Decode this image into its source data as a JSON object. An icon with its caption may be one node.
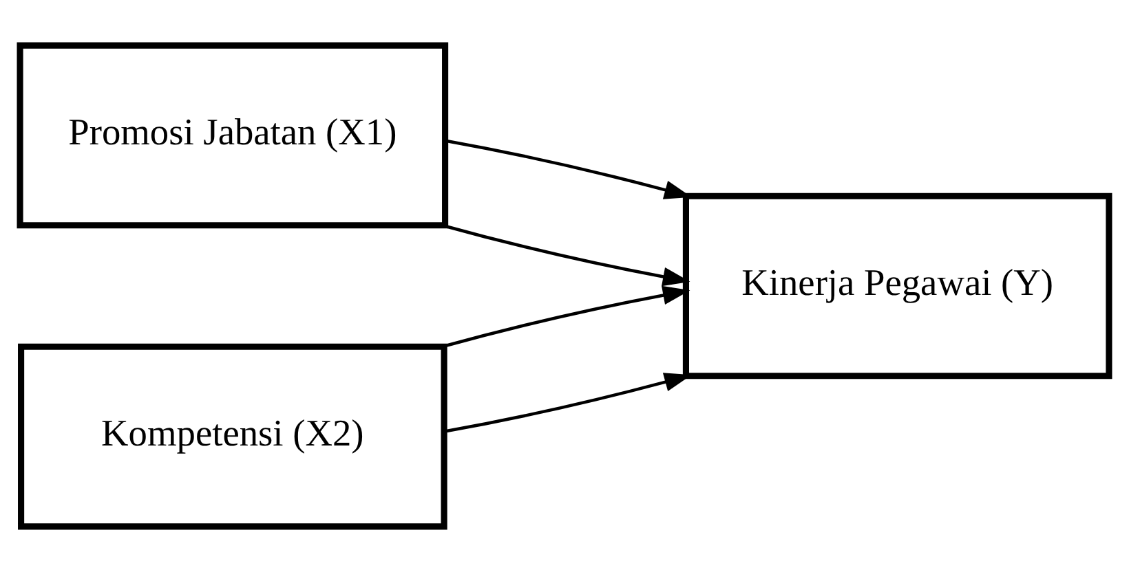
{
  "diagram": {
    "nodes": [
      {
        "text": [
          "Promosi Jabatan (X1)"
        ]
      },
      {
        "text": [
          "Kompetensi (X2)"
        ]
      },
      {
        "text": [
          "Kinerja Pegawai (Y)"
        ]
      }
    ],
    "edges": [
      {
        "from": 0,
        "to": 2,
        "arrow": "to"
      },
      {
        "from": 0,
        "to": 2,
        "arrow": "to"
      },
      {
        "from": 1,
        "to": 2,
        "arrow": "to"
      },
      {
        "from": 1,
        "to": 2,
        "arrow": "to"
      }
    ]
  }
}
